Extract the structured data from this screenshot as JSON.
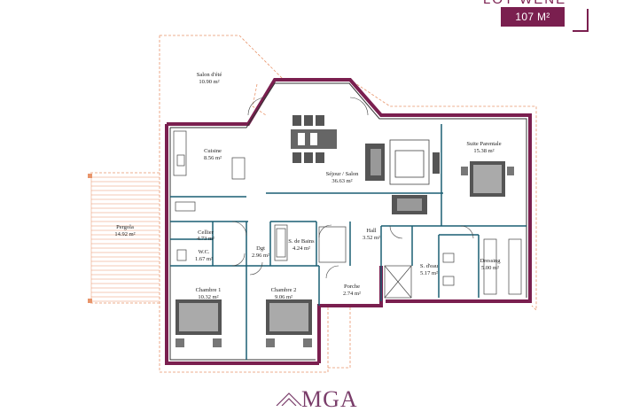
{
  "header": {
    "model_name_partial": "LOT WENE",
    "surface_badge": "107 M²"
  },
  "rooms": [
    {
      "id": "salon-ete",
      "name": "Salon d'été",
      "area": "10.90 m²"
    },
    {
      "id": "cuisine",
      "name": "Cuisine",
      "area": "8.56 m²"
    },
    {
      "id": "sejour",
      "name": "Séjour / Salon",
      "area": "36.63 m²"
    },
    {
      "id": "suite",
      "name": "Suite Parentale",
      "area": "15.38 m²"
    },
    {
      "id": "pergola",
      "name": "Pergola",
      "area": "14.92 m²"
    },
    {
      "id": "cellier",
      "name": "Cellier",
      "area": "4.73 m²"
    },
    {
      "id": "wc",
      "name": "W.C.",
      "area": "1.67 m²"
    },
    {
      "id": "dgt",
      "name": "Dgt",
      "area": "2.96 m²"
    },
    {
      "id": "sdb",
      "name": "S. de Bains",
      "area": "4.24 m²"
    },
    {
      "id": "hall",
      "name": "Hall",
      "area": "3.52 m²"
    },
    {
      "id": "sdeau",
      "name": "S. d'eau",
      "area": "5.17 m²"
    },
    {
      "id": "dressing",
      "name": "Dressing",
      "area": "5.00 m²"
    },
    {
      "id": "chambre1",
      "name": "Chambre 1",
      "area": "10.32 m²"
    },
    {
      "id": "chambre2",
      "name": "Chambre 2",
      "area": "9.06 m²"
    },
    {
      "id": "porche",
      "name": "Porche",
      "area": "2.74 m²"
    }
  ],
  "footer": {
    "logo_text": "MGA"
  },
  "colors": {
    "accent": "#7a1f4f",
    "wall": "#1a5f73",
    "dash": "#e8956b"
  }
}
